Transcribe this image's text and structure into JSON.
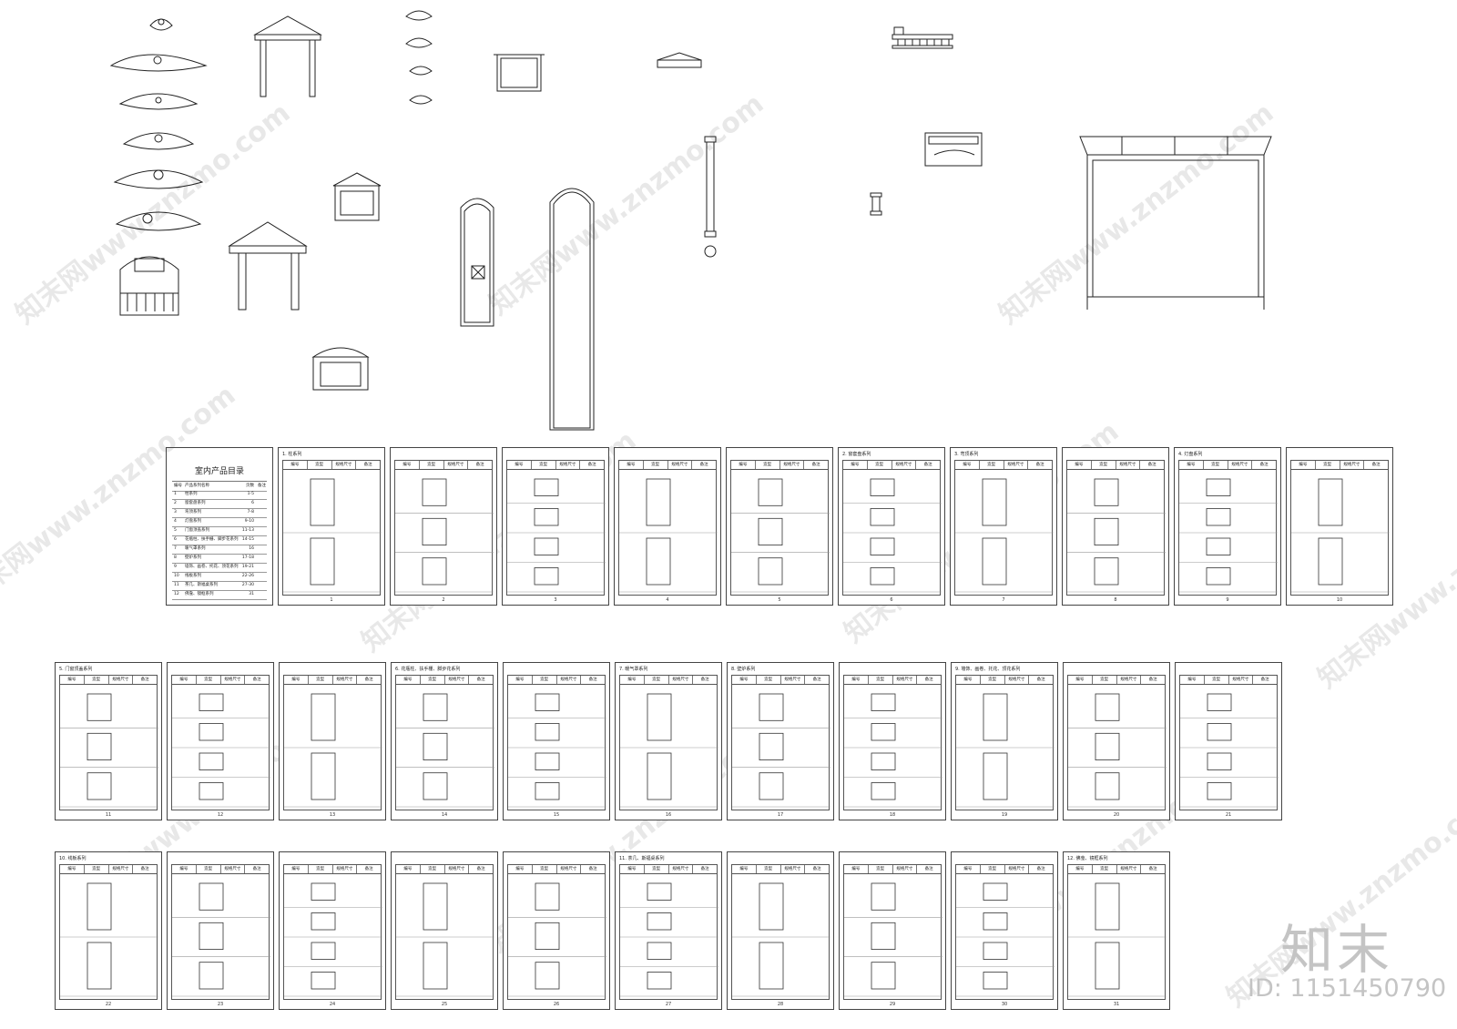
{
  "watermark": {
    "text": "知末网www.znzmo.com",
    "color": "#b0b0b0"
  },
  "brand": {
    "logo_text": "知末",
    "id_text": "ID: 1151450790"
  },
  "catalog": {
    "title": "室内产品目录",
    "headers": [
      "编号",
      "产品系列名称",
      "页数",
      "备注"
    ],
    "rows": [
      [
        "1",
        "柱系列",
        "1-5"
      ],
      [
        "2",
        "窗套盘系列",
        "6"
      ],
      [
        "3",
        "弯顶系列",
        "7-8"
      ],
      [
        "4",
        "灯盘系列",
        "9-10"
      ],
      [
        "5",
        "门窗顶盖系列",
        "11-13"
      ],
      [
        "6",
        "花瓶柱、扶手栅、脚步花系列",
        "14-15"
      ],
      [
        "7",
        "暖气罩系列",
        "16"
      ],
      [
        "8",
        "壁炉系列",
        "17-18"
      ],
      [
        "9",
        "墙饰、画卷、托花、顶花系列",
        "19-21"
      ],
      [
        "10",
        "线板系列",
        "22-26"
      ],
      [
        "11",
        "茶几、斯福桌系列",
        "27-30"
      ],
      [
        "12",
        "佛龛、镜框系列",
        "31"
      ]
    ]
  },
  "sheet_headers": [
    "编号",
    "造型",
    "规格尺寸",
    "备注"
  ],
  "sheets": [
    {
      "page": "1",
      "section": "1. 柱系列"
    },
    {
      "page": "2",
      "section": ""
    },
    {
      "page": "3",
      "section": ""
    },
    {
      "page": "4",
      "section": ""
    },
    {
      "page": "5",
      "section": ""
    },
    {
      "page": "6",
      "section": "2. 窗套盘系列"
    },
    {
      "page": "7",
      "section": "3. 弯顶系列"
    },
    {
      "page": "8",
      "section": ""
    },
    {
      "page": "9",
      "section": "4. 灯盘系列"
    },
    {
      "page": "10",
      "section": ""
    },
    {
      "page": "11",
      "section": "5. 门窗顶盖系列"
    },
    {
      "page": "12",
      "section": ""
    },
    {
      "page": "13",
      "section": ""
    },
    {
      "page": "14",
      "section": "6. 花瓶柱、扶手栅、脚步花系列"
    },
    {
      "page": "15",
      "section": ""
    },
    {
      "page": "16",
      "section": "7. 暖气罩系列"
    },
    {
      "page": "17",
      "section": "8. 壁炉系列"
    },
    {
      "page": "18",
      "section": ""
    },
    {
      "page": "19",
      "section": "9. 墙饰、画卷、托花、顶花系列"
    },
    {
      "page": "20",
      "section": ""
    },
    {
      "page": "21",
      "section": ""
    },
    {
      "page": "22",
      "section": "10. 线板系列"
    },
    {
      "page": "23",
      "section": ""
    },
    {
      "page": "24",
      "section": ""
    },
    {
      "page": "25",
      "section": ""
    },
    {
      "page": "26",
      "section": ""
    },
    {
      "page": "27",
      "section": "11. 茶几、斯福桌系列"
    },
    {
      "page": "28",
      "section": ""
    },
    {
      "page": "29",
      "section": ""
    },
    {
      "page": "30",
      "section": ""
    },
    {
      "page": "31",
      "section": "12. 佛龛、镜框系列"
    }
  ]
}
